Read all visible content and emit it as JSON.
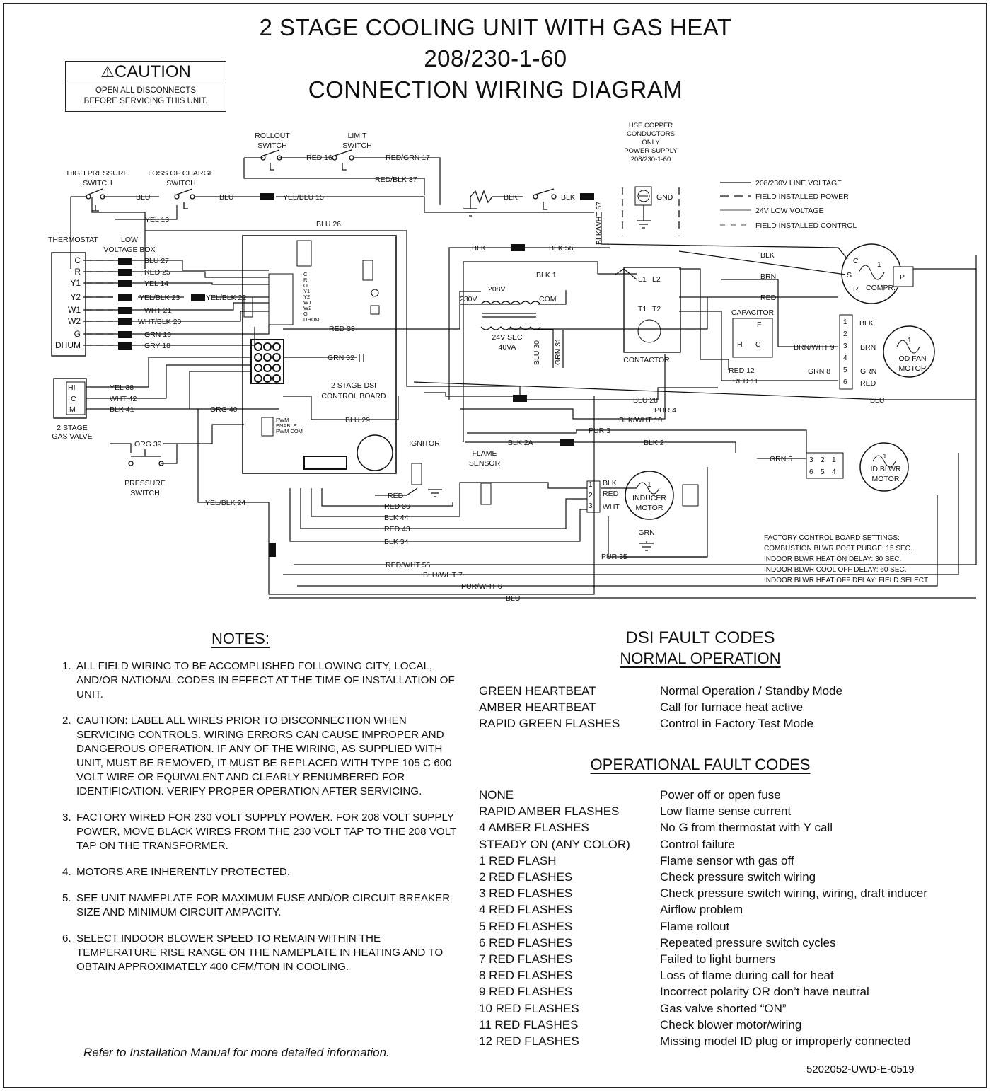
{
  "title": {
    "line1": "2 STAGE COOLING UNIT WITH GAS HEAT",
    "line2": "208/230-1-60",
    "line3": "CONNECTION WIRING DIAGRAM"
  },
  "caution": {
    "heading": "CAUTION",
    "line1": "OPEN ALL DISCONNECTS",
    "line2": "BEFORE SERVICING THIS UNIT."
  },
  "power_note": [
    "USE COPPER",
    "CONDUCTORS",
    "ONLY",
    "POWER SUPPLY",
    "208/230-1-60"
  ],
  "legend": {
    "line_voltage": "208/230V LINE VOLTAGE",
    "field_power": "FIELD INSTALLED POWER",
    "low_voltage": "24V LOW VOLTAGE",
    "field_control": "FIELD INSTALLED CONTROL"
  },
  "thermostat": {
    "label": "THERMOSTAT",
    "box_label": [
      "LOW",
      "VOLTAGE BOX"
    ],
    "terminals": [
      "C",
      "R",
      "Y1",
      "Y2",
      "W1",
      "W2",
      "G",
      "DHUM"
    ],
    "wires": [
      "BLU 27",
      "RED 25",
      "YEL 14",
      "YEL/BLK 23",
      "WHT 21",
      "WHT/BLK 20",
      "GRN 19",
      "GRY 18"
    ]
  },
  "components": {
    "high_pressure": [
      "HIGH PRESSURE",
      "SWITCH"
    ],
    "loss_of_charge": [
      "LOSS OF CHARGE",
      "SWITCH"
    ],
    "rollout": [
      "ROLLOUT",
      "SWITCH"
    ],
    "limit": [
      "LIMIT",
      "SWITCH"
    ],
    "gas_valve": [
      "2 STAGE",
      "GAS VALVE"
    ],
    "gas_valve_terminals": [
      "HI",
      "C",
      "M"
    ],
    "pressure_switch": [
      "PRESSURE",
      "SWITCH"
    ],
    "control_board": [
      "2 STAGE DSI",
      "CONTROL BOARD"
    ],
    "ignitor": "IGNITOR",
    "flame_sensor": [
      "FLAME",
      "SENSOR"
    ],
    "inducer": [
      "INDUCER",
      "MOTOR"
    ],
    "contactor": "CONTACTOR",
    "capacitor": "CAPACITOR",
    "compressor": "COMPR.",
    "od_fan": [
      "OD FAN",
      "MOTOR"
    ],
    "id_blower": [
      "ID BLWR",
      "MOTOR"
    ],
    "transformer": [
      "24V SEC",
      "40VA"
    ],
    "gnd": "GND",
    "grn": "GRN",
    "tap_230": "230V",
    "tap_208": "208V",
    "tap_com": "COM",
    "contactor_terms": [
      "L1",
      "L2",
      "T1",
      "T2"
    ],
    "cap_terms": [
      "H",
      "C",
      "F"
    ],
    "comp_terms": [
      "C",
      "S",
      "R",
      "P"
    ],
    "board_terms": [
      "C",
      "R",
      "O",
      "Y1",
      "Y2",
      "W1",
      "W2",
      "G",
      "DHUM"
    ],
    "pwm_terms": [
      "PWM",
      "ENABLE",
      "PWM COM"
    ]
  },
  "wires": {
    "red16": "RED 16",
    "redgrn17": "RED/GRN 17",
    "redblk37": "RED/BLK 37",
    "blu": "BLU",
    "yelblu15": "YEL/BLU 15",
    "yel13": "YEL 13",
    "blu26": "BLU 26",
    "blk": "BLK",
    "blk56": "BLK 56",
    "blkwht57": "BLK/WHT 57",
    "blk1": "BLK 1",
    "brn": "BRN",
    "red": "RED",
    "yelblk22": "YEL/BLK 22",
    "red33": "RED 33",
    "grn32": "GRN 32",
    "blu30": "BLU 30",
    "grn31": "GRN 31",
    "yel38": "YEL 38",
    "wht42": "WHT 42",
    "blk41": "BLK 41",
    "org40": "ORG 40",
    "org39": "ORG 39",
    "blu29": "BLU 29",
    "blu28": "BLU 28",
    "pur4": "PUR 4",
    "blkwht10": "BLK/WHT 10",
    "pur3": "PUR 3",
    "blk2a": "BLK 2A",
    "blk2": "BLK 2",
    "red12": "RED 12",
    "red11": "RED 11",
    "brnwht9": "BRN/WHT 9",
    "grn8": "GRN 8",
    "grn": "GRN",
    "grn5": "GRN 5",
    "red36": "RED 36",
    "blk44": "BLK 44",
    "red43": "RED 43",
    "blk34": "BLK 34",
    "wht": "WHT",
    "pur35": "PUR 35",
    "yelblk24": "YEL/BLK 24",
    "redwht55": "RED/WHT 55",
    "bluwht7": "BLU/WHT 7",
    "purwht6": "PUR/WHT 6"
  },
  "settings": {
    "heading": "FACTORY CONTROL BOARD SETTINGS:",
    "lines": [
      "COMBUSTION BLWR POST PURGE: 15 SEC.",
      "INDOOR BLWR HEAT ON DELAY: 30 SEC.",
      "INDOOR BLWR COOL OFF DELAY: 60 SEC.",
      "INDOOR BLWR HEAT OFF DELAY: FIELD SELECT"
    ]
  },
  "notes": {
    "heading": "NOTES:",
    "items": [
      "ALL FIELD WIRING TO BE ACCOMPLISHED FOLLOWING CITY, LOCAL, AND/OR NATIONAL CODES IN EFFECT AT THE TIME OF INSTALLATION OF UNIT.",
      "CAUTION: LABEL ALL WIRES PRIOR TO DISCONNECTION WHEN SERVICING  CONTROLS.  WIRING ERRORS CAN CAUSE IMPROPER AND DANGEROUS  OPERATION.  IF ANY OF THE WIRING, AS SUPPLIED WITH UNIT, MUST BE REMOVED, IT MUST BE REPLACED WITH TYPE 105 C 600 VOLT WIRE OR EQUIVALENT AND CLEARLY RENUMBERED FOR IDENTIFICATION.  VERIFY PROPER OPERATION AFTER SERVICING.",
      "FACTORY WIRED FOR 230 VOLT SUPPLY POWER.  FOR 208 VOLT SUPPLY POWER, MOVE BLACK WIRES FROM THE 230 VOLT TAP TO THE 208 VOLT TAP ON THE TRANSFORMER.",
      "MOTORS ARE INHERENTLY PROTECTED.",
      "SEE UNIT NAMEPLATE FOR MAXIMUM FUSE AND/OR CIRCUIT BREAKER SIZE AND MINIMUM CIRCUIT AMPACITY.",
      "SELECT INDOOR BLOWER SPEED TO REMAIN WITHIN THE TEMPERATURE RISE RANGE ON THE NAMEPLATE IN HEATING AND TO OBTAIN APPROXIMATELY 400 CFM/TON IN COOLING."
    ],
    "refer": "Refer to Installation Manual for more detailed information."
  },
  "fault_codes": {
    "heading": "DSI FAULT CODES",
    "normal_heading": "NORMAL OPERATION",
    "normal": [
      {
        "code": "GREEN HEARTBEAT",
        "desc": "Normal Operation / Standby Mode"
      },
      {
        "code": "AMBER HEARTBEAT",
        "desc": "Call for furnace heat active"
      },
      {
        "code": "RAPID GREEN FLASHES",
        "desc": "Control in Factory Test Mode"
      }
    ],
    "operational_heading": "OPERATIONAL FAULT CODES",
    "operational": [
      {
        "code": "NONE",
        "desc": "Power off or open fuse"
      },
      {
        "code": "RAPID AMBER FLASHES",
        "desc": "Low flame sense current"
      },
      {
        "code": "4 AMBER FLASHES",
        "desc": "No G from thermostat with Y call"
      },
      {
        "code": "STEADY ON (ANY COLOR)",
        "desc": "Control failure"
      },
      {
        "code": "1 RED FLASH",
        "desc": "Flame sensor wth gas off"
      },
      {
        "code": "2 RED FLASHES",
        "desc": "Check pressure switch wiring"
      },
      {
        "code": "3 RED FLASHES",
        "desc": "Check pressure switch wiring, wiring, draft inducer"
      },
      {
        "code": "4 RED FLASHES",
        "desc": "Airflow problem"
      },
      {
        "code": "5 RED FLASHES",
        "desc": "Flame rollout"
      },
      {
        "code": "6 RED FLASHES",
        "desc": "Repeated pressure switch cycles"
      },
      {
        "code": "7 RED FLASHES",
        "desc": "Failed to light burners"
      },
      {
        "code": "8 RED FLASHES",
        "desc": "Loss of flame during call for heat"
      },
      {
        "code": "9 RED FLASHES",
        "desc": "Incorrect polarity OR don’t have neutral"
      },
      {
        "code": "10 RED FLASHES",
        "desc": "Gas valve shorted “ON”"
      },
      {
        "code": "11 RED FLASHES",
        "desc": "Check blower motor/wiring"
      },
      {
        "code": "12 RED FLASHES",
        "desc": "Missing model ID plug or improperly connected"
      }
    ]
  },
  "part_number": "5202052-UWD-E-0519"
}
